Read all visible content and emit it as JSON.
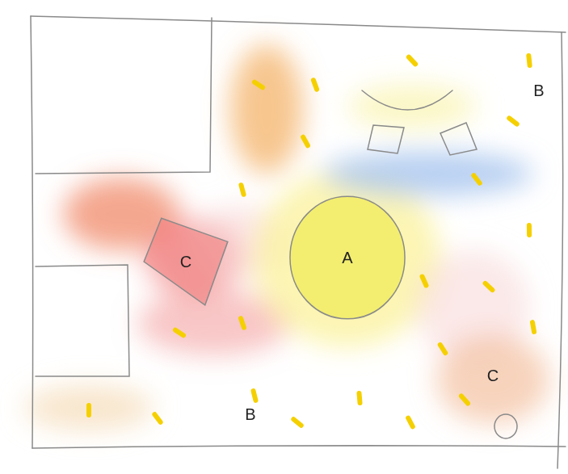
{
  "diagram": {
    "nodes": [
      {
        "text": [
          "C"
        ]
      },
      {
        "text": [
          "A"
        ]
      }
    ],
    "labels": [
      "B",
      "C",
      "B"
    ]
  }
}
